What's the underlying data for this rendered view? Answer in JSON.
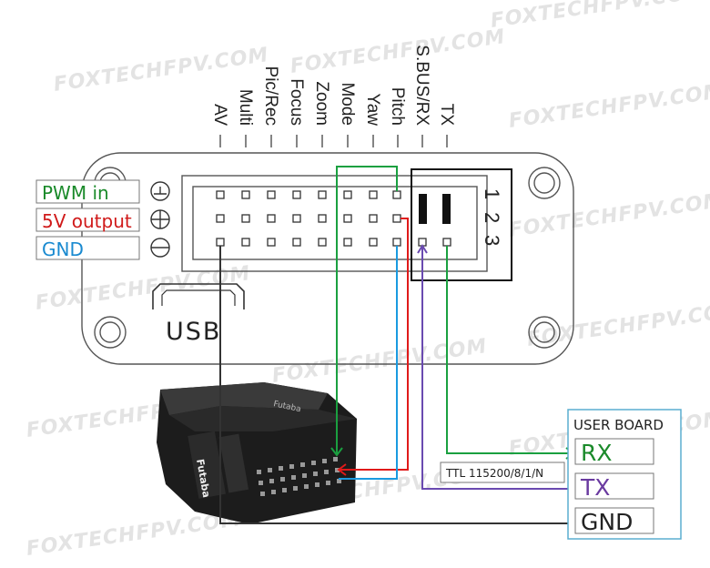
{
  "watermark": "FOXTECHFPV.COM",
  "pin_labels": [
    "AV",
    "Multi",
    "Pic/Rec",
    "Focus",
    "Zoom",
    "Mode",
    "Yaw",
    "Pitch",
    "S.BUS/RX",
    "TX"
  ],
  "legend": [
    {
      "label": "PWM in",
      "color": "#1a8a2a"
    },
    {
      "label": "5V output",
      "color": "#d01a1a"
    },
    {
      "label": "GND",
      "color": "#1a8ad0"
    }
  ],
  "port_numbers": [
    "1",
    "2",
    "3"
  ],
  "usb_label": "USB",
  "user_board": {
    "title": "USER BOARD",
    "rx": "RX",
    "tx": "TX",
    "gnd": "GND",
    "rx_color": "#1a8a2a",
    "tx_color": "#6a3aa0",
    "gnd_color": "#222222"
  },
  "ttl_label": "TTL 115200/8/1/N",
  "receiver_brand": "Futaba",
  "wire_colors": {
    "green": "#1aa040",
    "red": "#e01a1a",
    "blue": "#1a9ae0",
    "purple": "#6a4ab0",
    "black": "#333333"
  }
}
